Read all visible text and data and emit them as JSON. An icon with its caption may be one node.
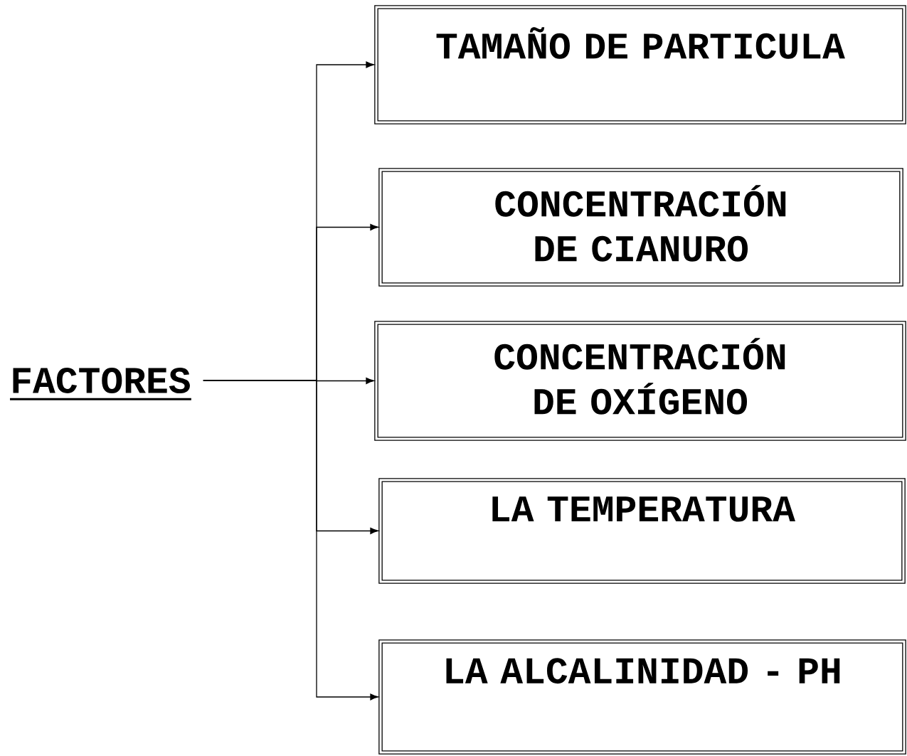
{
  "diagram": {
    "nodes": [
      {
        "text": [
          "FACTORES"
        ]
      },
      {
        "text": [
          "TAMAÑO DE PARTICULA"
        ]
      },
      {
        "text": [
          "CONCENTRACIÓN DE CIANURO"
        ]
      },
      {
        "text": [
          "CONCENTRACIÓN DE OXÍGENO"
        ]
      },
      {
        "text": [
          "LA TEMPERATURA"
        ]
      },
      {
        "text": [
          "LA ALCALINIDAD - PH"
        ]
      }
    ],
    "edges": [
      {
        "from": 0,
        "to": 1,
        "arrow": "to"
      },
      {
        "from": 0,
        "to": 2,
        "arrow": "to"
      },
      {
        "from": 0,
        "to": 3,
        "arrow": "to"
      },
      {
        "from": 0,
        "to": 4,
        "arrow": "to"
      },
      {
        "from": 0,
        "to": 5,
        "arrow": "to"
      }
    ]
  }
}
